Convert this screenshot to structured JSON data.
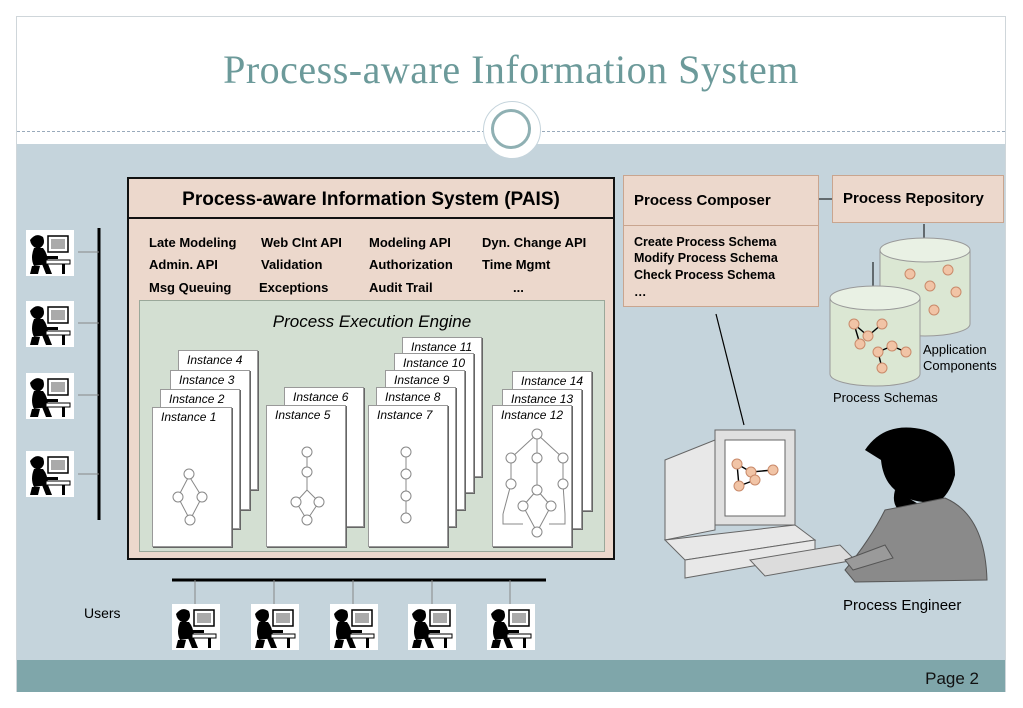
{
  "title": "Process-aware Information System",
  "page": "Page 2",
  "pais": {
    "title": "Process-aware Information System (PAIS)",
    "features": [
      [
        "Late Modeling",
        "Web Clnt API",
        "Modeling API",
        "Dyn. Change API"
      ],
      [
        "Admin. API",
        "Validation",
        "Authorization",
        "Time Mgmt"
      ],
      [
        "Msg Queuing",
        "Exceptions",
        "Audit Trail",
        "..."
      ]
    ],
    "engine_title": "Process Execution Engine",
    "stack_a": [
      "Instance 4",
      "Instance 3",
      "Instance 2",
      "Instance 1"
    ],
    "stack_b": [
      "Instance 6",
      "Instance 5"
    ],
    "stack_c": [
      "Instance 11",
      "Instance 10",
      "Instance 9",
      "Instance 8",
      "Instance 7"
    ],
    "stack_d": [
      "Instance 14",
      "Instance 13",
      "Instance 12"
    ]
  },
  "composer": {
    "title": "Process Composer",
    "items": [
      "Create Process Schema",
      "Modify Process Schema",
      "Check Process Schema",
      "…"
    ]
  },
  "repository": {
    "title": "Process Repository",
    "schemas_label": "Process Schemas",
    "components_label_1": "Application",
    "components_label_2": "Components"
  },
  "users_label": "Users",
  "engineer_label": "Process Engineer",
  "colors": {
    "title": "#6c9a9a",
    "background": "#c5d4dc",
    "footer": "#7fa6aa",
    "box": "#ecd8cc",
    "engine": "#d3dfd2",
    "node": "#f1c4a6"
  }
}
